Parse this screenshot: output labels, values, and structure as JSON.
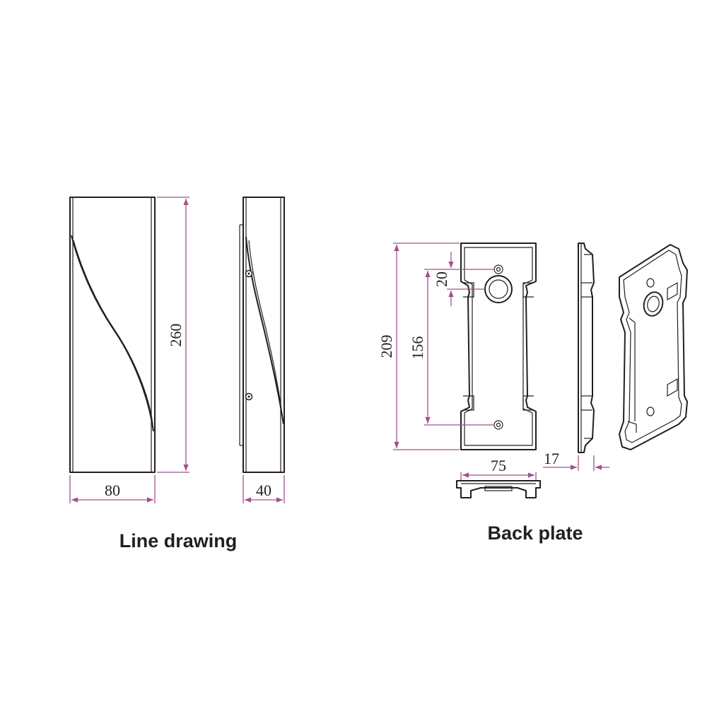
{
  "labels": {
    "line_drawing": "Line drawing",
    "back_plate": "Back plate"
  },
  "dimensions": {
    "front_height": "260",
    "front_width": "80",
    "side_depth": "40",
    "plate_height": "209",
    "hole_spacing": "156",
    "hole_offset": "20",
    "plate_width": "75",
    "plate_thickness": "17"
  },
  "colors": {
    "line": "#231f20",
    "dimension": "#a0508f",
    "background": "#ffffff"
  }
}
